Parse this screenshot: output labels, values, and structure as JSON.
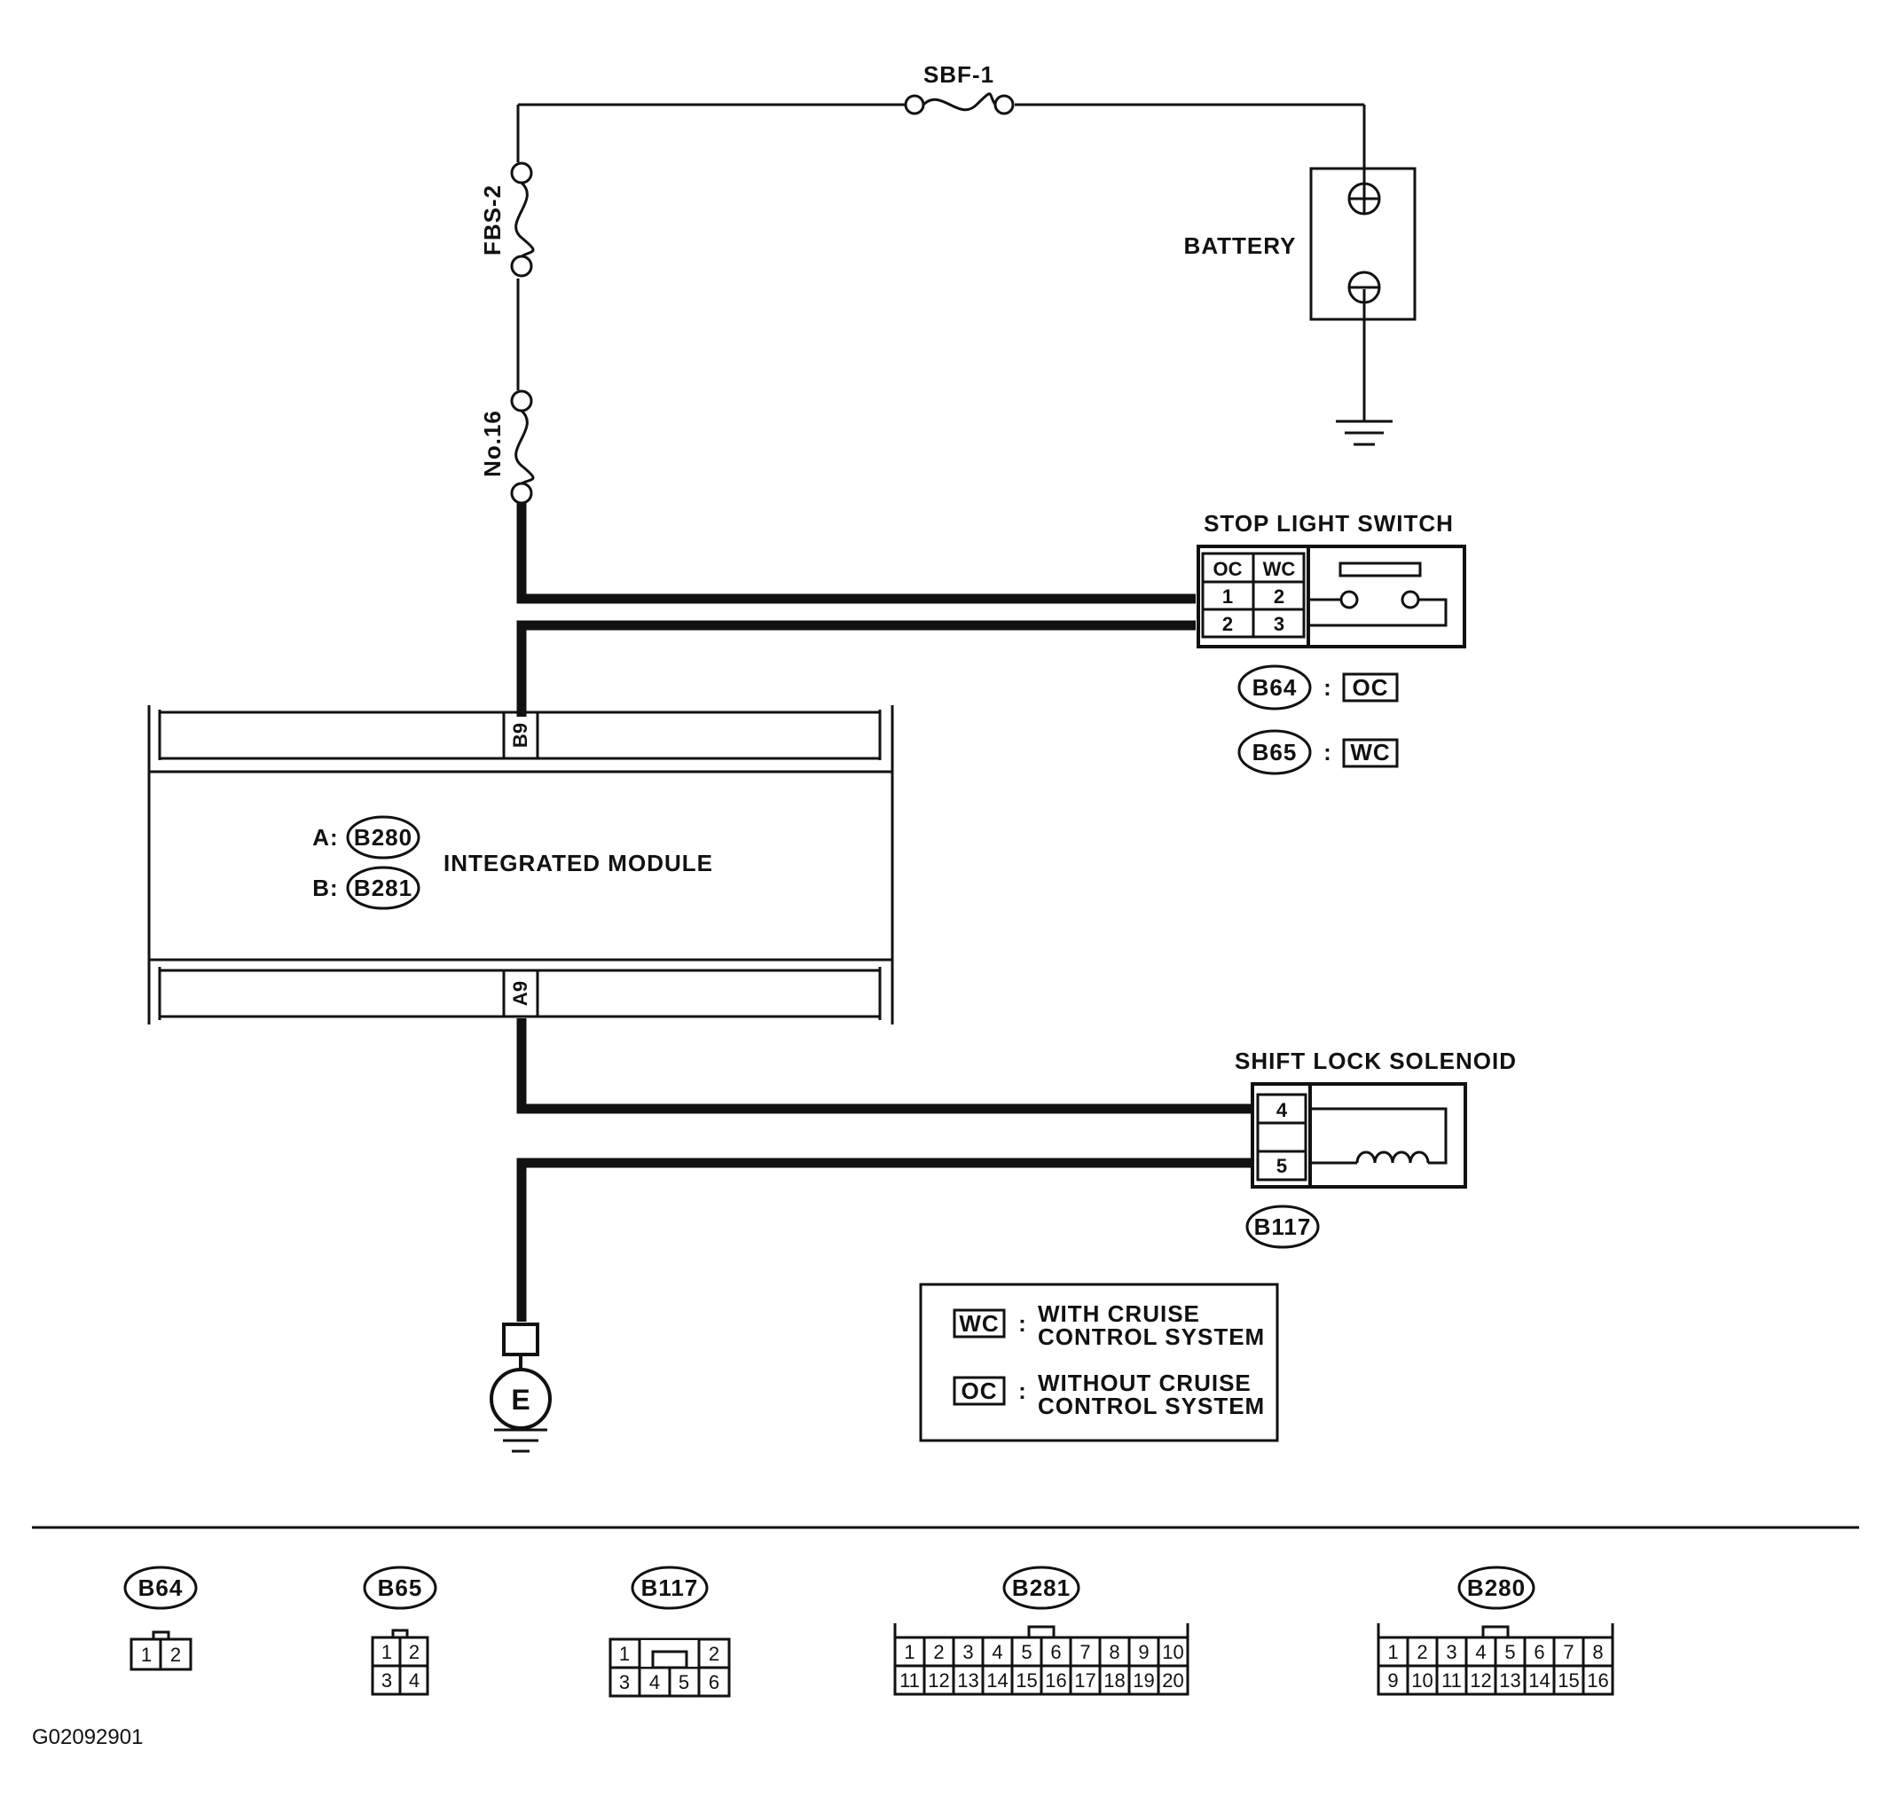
{
  "fuses": {
    "sbf1": "SBF-1",
    "fbs2": "FBS-2",
    "no16": "No.16"
  },
  "battery": {
    "label": "BATTERY"
  },
  "stop_light_switch": {
    "title": "STOP LIGHT SWITCH",
    "col_oc": "OC",
    "col_wc": "WC",
    "oc_pins": [
      "1",
      "2"
    ],
    "wc_pins": [
      "2",
      "3"
    ],
    "variants": [
      {
        "connector": "B64",
        "colon": ":",
        "tag": "OC"
      },
      {
        "connector": "B65",
        "colon": ":",
        "tag": "WC"
      }
    ]
  },
  "integrated_module": {
    "title": "INTEGRATED MODULE",
    "a_label": "A:",
    "a_connector": "B280",
    "b_label": "B:",
    "b_connector": "B281",
    "pin_top": "B9",
    "pin_bottom": "A9"
  },
  "shift_lock_solenoid": {
    "title": "SHIFT LOCK SOLENOID",
    "pin_top": "4",
    "pin_bottom": "5",
    "connector": "B117"
  },
  "ground": {
    "label": "E"
  },
  "legend": {
    "wc_tag": "WC",
    "wc_colon": ":",
    "wc_line1": "WITH CRUISE",
    "wc_line2": "CONTROL SYSTEM",
    "oc_tag": "OC",
    "oc_colon": ":",
    "oc_line1": "WITHOUT CRUISE",
    "oc_line2": "CONTROL SYSTEM"
  },
  "connector_views": [
    {
      "name": "B64",
      "rows": [
        [
          "1",
          "2"
        ]
      ]
    },
    {
      "name": "B65",
      "rows": [
        [
          "1",
          "2"
        ],
        [
          "3",
          "4"
        ]
      ]
    },
    {
      "name": "B117",
      "rows": [
        [
          "1",
          "",
          "",
          "2"
        ],
        [
          "3",
          "4",
          "5",
          "6"
        ]
      ]
    },
    {
      "name": "B281",
      "rows": [
        [
          "1",
          "2",
          "3",
          "4",
          "5",
          "6",
          "7",
          "8",
          "9",
          "10"
        ],
        [
          "11",
          "12",
          "13",
          "14",
          "15",
          "16",
          "17",
          "18",
          "19",
          "20"
        ]
      ]
    },
    {
      "name": "B280",
      "rows": [
        [
          "1",
          "2",
          "3",
          "4",
          "5",
          "6",
          "7",
          "8"
        ],
        [
          "9",
          "10",
          "11",
          "12",
          "13",
          "14",
          "15",
          "16"
        ]
      ]
    }
  ],
  "figure_code": "G02092901"
}
